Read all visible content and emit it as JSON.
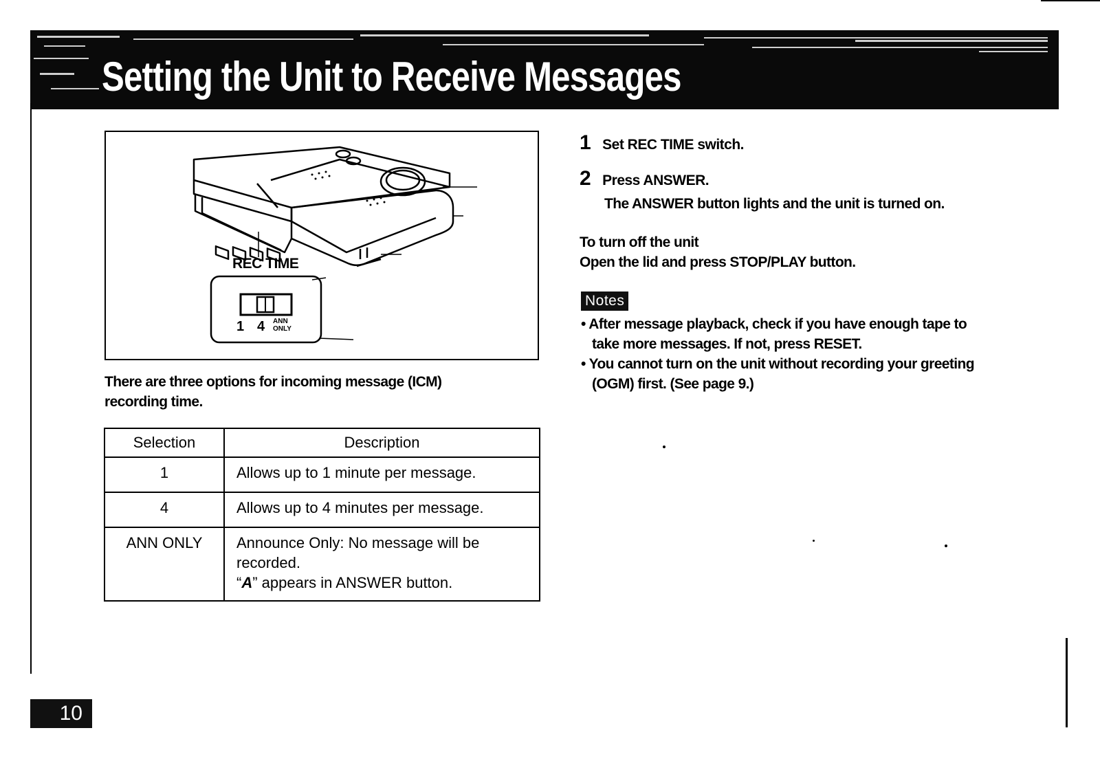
{
  "header": {
    "title": "Setting the Unit to Receive Messages"
  },
  "illustration": {
    "rec_time_label": "REC TIME",
    "switch_positions": [
      "1",
      "4",
      "ANN",
      "ONLY"
    ]
  },
  "intro": {
    "line1": "There are three options for incoming message (ICM)",
    "line2": "recording time."
  },
  "table": {
    "headers": {
      "selection": "Selection",
      "description": "Description"
    },
    "rows": [
      {
        "selection": "1",
        "description": "Allows up to 1 minute per message."
      },
      {
        "selection": "4",
        "description": "Allows up to 4 minutes per message."
      },
      {
        "selection": "ANN ONLY",
        "description_line1": "Announce Only: No message will be",
        "description_line2": "recorded.",
        "description_line3_open": "“",
        "description_line3_symbol": "A",
        "description_line3_rest": "” appears in ANSWER button."
      }
    ]
  },
  "steps": [
    {
      "number": "1",
      "text": "Set REC TIME switch."
    },
    {
      "number": "2",
      "text": "Press ANSWER.",
      "detail": "The ANSWER button lights and the unit is turned on."
    }
  ],
  "turn_off": {
    "heading": "To turn off the unit",
    "text": "Open the lid and press STOP/PLAY button."
  },
  "notes": {
    "badge": "Notes",
    "items": [
      {
        "line1": "• After message playback, check if you have enough tape to",
        "line2": "take more messages. If not, press RESET."
      },
      {
        "line1": "• You cannot turn on the unit without recording your greeting",
        "line2": "(OGM) first. (See page 9.)"
      }
    ]
  },
  "page_number": "10",
  "colors": {
    "ink": "#000000",
    "band": "#0a0a0a",
    "paper": "#ffffff"
  }
}
